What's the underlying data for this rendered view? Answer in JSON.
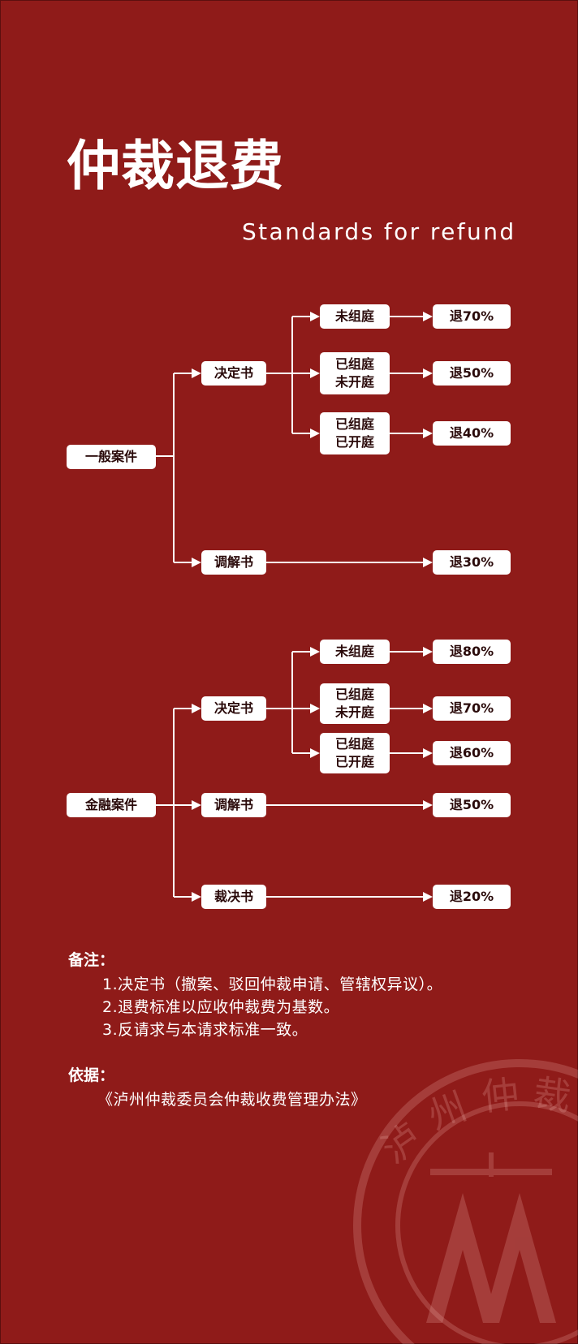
{
  "title": "仲裁退费",
  "subtitle": "Standards for refund",
  "general": {
    "category": "一般案件",
    "decision": "决定书",
    "mediation": "调解书",
    "not_formed": "未组庭",
    "formed_not_held": "已组庭\n未开庭",
    "formed_held": "已组庭\n已开庭",
    "refund_not_formed": "退70%",
    "refund_formed_not_held": "退50%",
    "refund_formed_held": "退40%",
    "refund_mediation": "退30%"
  },
  "financial": {
    "category": "金融案件",
    "decision": "决定书",
    "mediation": "调解书",
    "award": "裁决书",
    "not_formed": "未组庭",
    "formed_not_held": "已组庭\n未开庭",
    "formed_held": "已组庭\n已开庭",
    "refund_not_formed": "退80%",
    "refund_formed_not_held": "退70%",
    "refund_formed_held": "退60%",
    "refund_mediation": "退50%",
    "refund_award": "退20%"
  },
  "notes": {
    "heading": "备注：",
    "items": [
      "1.决定书（撤案、驳回仲裁申请、管辖权异议）。",
      "2.退费标准以应收仲裁费为基数。",
      "3.反请求与本请求标准一致。"
    ]
  },
  "basis": {
    "heading": "依据：",
    "text": "《泸州仲裁委员会仲裁收费管理办法》"
  },
  "seal_text": "泸州仲裁",
  "colors": {
    "background": "#8f1b19",
    "box": "#ffffff",
    "text_dark": "#2a0a0a"
  }
}
